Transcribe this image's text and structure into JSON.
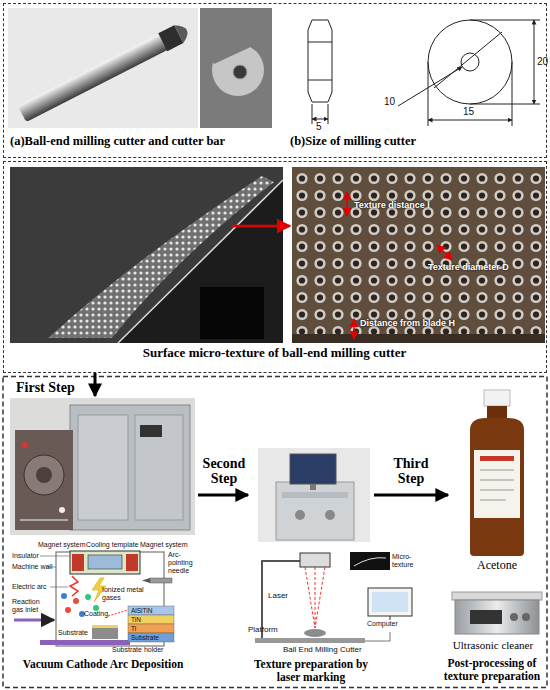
{
  "diagram": {
    "nodes": [
      {
        "text": [
          "(a)Ball-end milling cutter and cutter bar",
          "(b)Size of milling cutter"
        ]
      },
      {
        "text": [
          "Surface micro-texture of ball-end milling cutter"
        ]
      },
      {
        "text": [
          "Vacuum Cathode Arc Deposition"
        ]
      },
      {
        "text": [
          "Texture preparation by laser marking"
        ]
      },
      {
        "text": [
          "Post-processing of texture preparation"
        ]
      },
      {
        "text": [
          "Acetone"
        ],
        "in": 4
      },
      {
        "text": [
          "Ultrasonic cleaner"
        ],
        "in": 4
      }
    ],
    "edges": [
      {
        "from": 1,
        "to": 2,
        "arrow": "to",
        "label": "First Step"
      },
      {
        "from": 2,
        "to": 3,
        "arrow": "to",
        "label": "Second Step"
      },
      {
        "from": 3,
        "to": 5,
        "arrow": "to",
        "label": "Third Step"
      }
    ],
    "labels": [
      "5",
      "10",
      "15",
      "20",
      "Texture distance l",
      "Texture diameter D",
      "Distance from blade H",
      "Magnet system",
      "Cooling template",
      "Magnet system",
      "Insulator",
      "Arc-pointing needle",
      "Machine wall",
      "Electric arc",
      "Reaction gas inlet",
      "Ionized metal gases",
      "Coating",
      "AlSiTiN",
      "TiN",
      "Ti",
      "Substrate",
      "Substrate",
      "Substrate holder",
      "Laser",
      "Micro-texture",
      "Platform",
      "Computer",
      "Ball End Milling Cutter"
    ]
  }
}
